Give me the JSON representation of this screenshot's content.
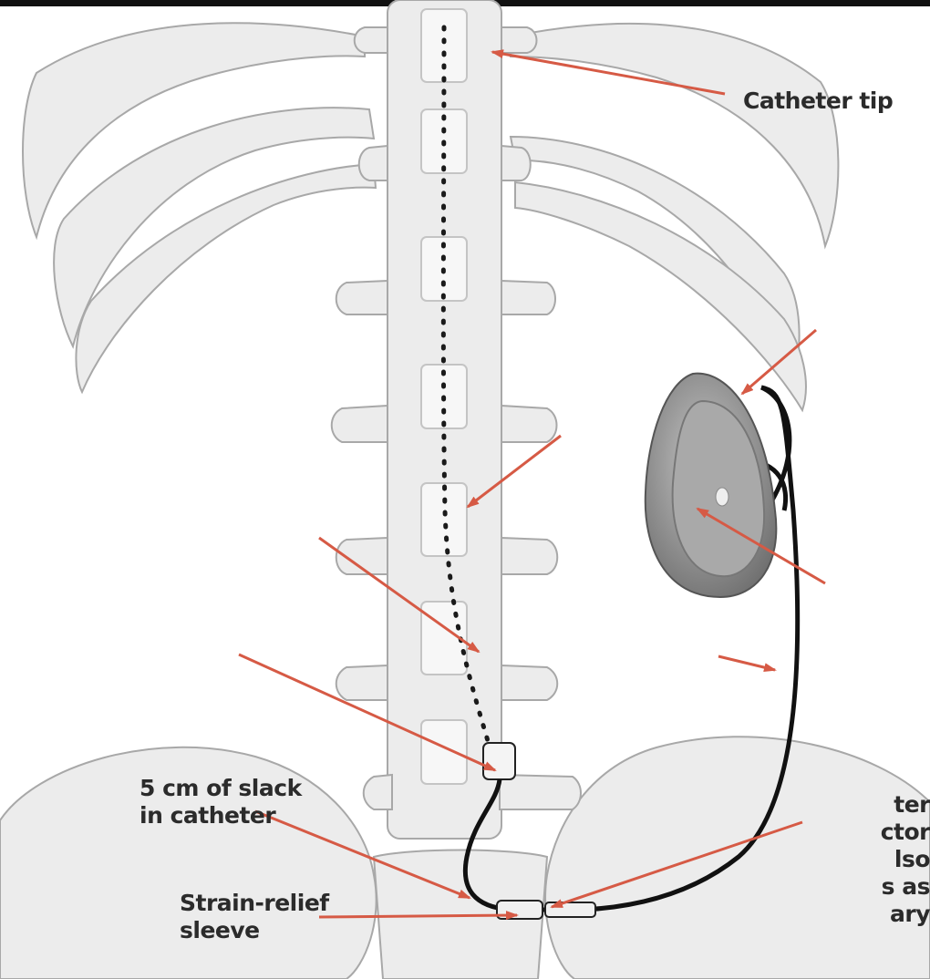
{
  "labels": {
    "catheter_tip": "Catheter tip",
    "slack_line1": "5 cm of slack",
    "slack_line2": "in catheter",
    "strain_line1": "Strain-relief",
    "strain_line2": "sleeve",
    "cut_lines": [
      "ter",
      "ctor",
      "lso",
      "s as",
      "ary"
    ]
  },
  "colors": {
    "bone_fill": "#ececec",
    "bone_stroke": "#a8a8a8",
    "arrow": "#d65a45",
    "catheter": "#111111",
    "pump_outer": "#7d7d7d",
    "pump_inner": "#a9a9a9"
  }
}
